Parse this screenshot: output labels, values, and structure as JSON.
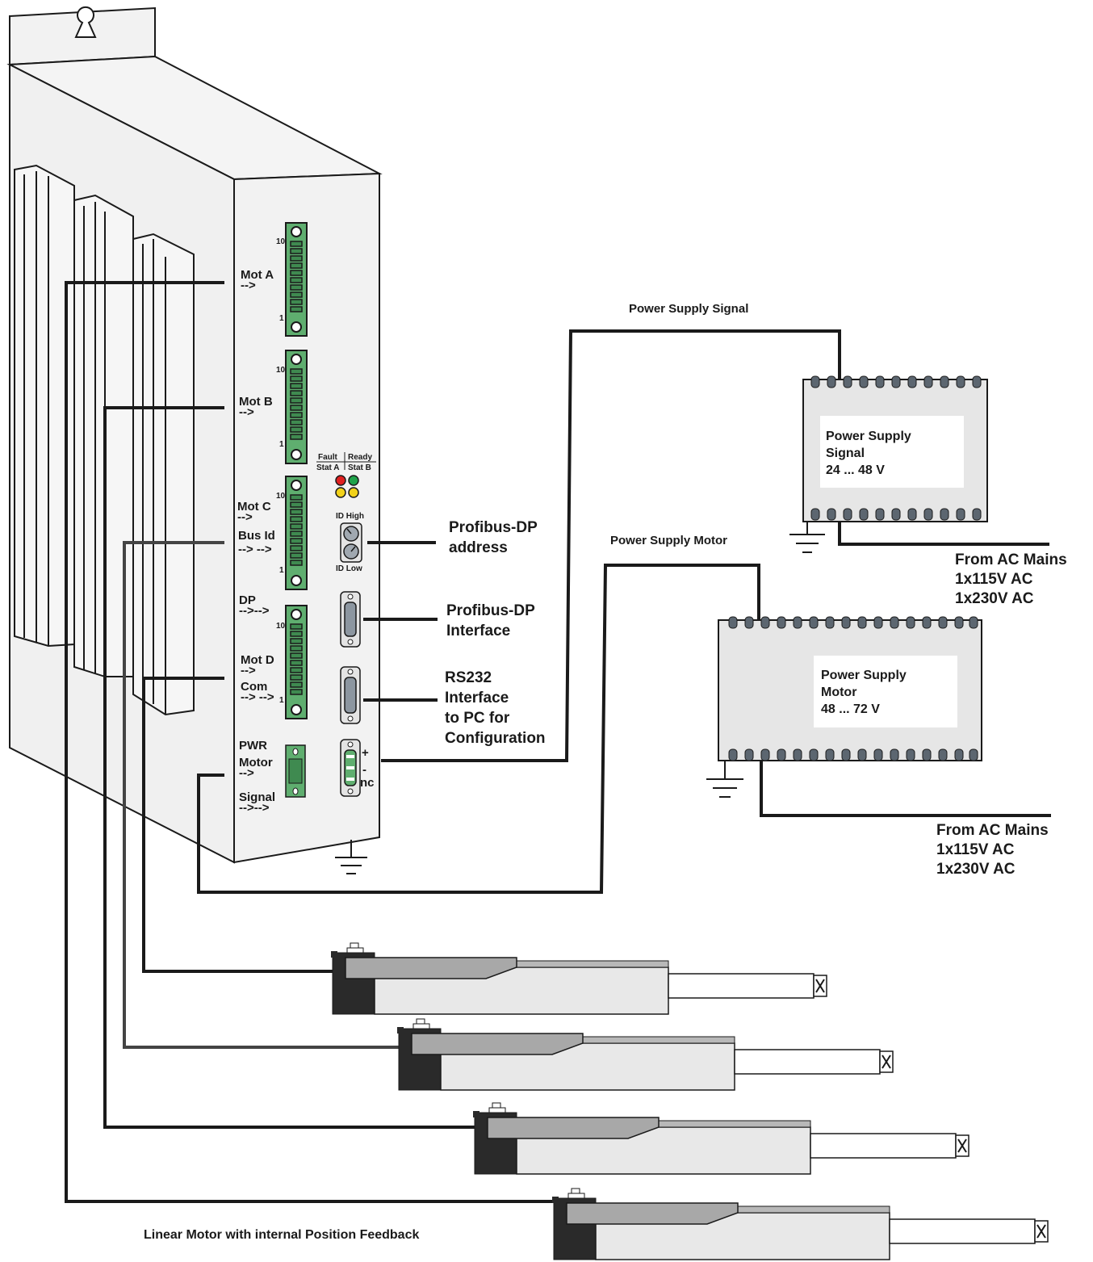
{
  "controller": {
    "connectors": {
      "mot_a": "Mot A",
      "mot_b": "Mot B",
      "mot_c": "Mot C",
      "bus_id": "Bus Id",
      "dp": "DP",
      "mot_d": "Mot D",
      "com": "Com",
      "pwr": "PWR",
      "motor": "Motor",
      "signal": "Signal"
    },
    "arrows": {
      "single": "-->",
      "double": "--> -->",
      "double_tight": "-->-->"
    },
    "pin_high": "10",
    "pin_low": "1",
    "leds": {
      "fault": "Fault",
      "ready": "Ready",
      "stat_a": "Stat A",
      "stat_b": "Stat B"
    },
    "id_high": "ID High",
    "id_low": "ID Low",
    "pwr_pins": {
      "plus": "+",
      "minus": "-",
      "nc": "nc"
    }
  },
  "annotations": {
    "profibus_address": [
      "Profibus-DP",
      "address"
    ],
    "profibus_interface": [
      "Profibus-DP",
      "Interface"
    ],
    "rs232": [
      "RS232",
      "Interface",
      "to PC for",
      "Configuration"
    ]
  },
  "power_supply_signal": {
    "wire_label": "Power Supply Signal",
    "box_text": [
      "Power Supply",
      "Signal",
      "24 ... 48 V"
    ],
    "mains": [
      "From AC Mains",
      "1x115V AC",
      "1x230V AC"
    ]
  },
  "power_supply_motor": {
    "wire_label": "Power Supply Motor",
    "box_text": [
      "Power Supply",
      "Motor",
      "48 ... 72 V"
    ],
    "mains": [
      "From AC Mains",
      "1x115V AC",
      "1x230V AC"
    ]
  },
  "linear_motor_caption": "Linear Motor with internal Position Feedback",
  "colors": {
    "terminal_green": "#5fae6f",
    "led_red": "#e02020",
    "led_green": "#1fa24a",
    "led_yellow": "#f2d21a",
    "panel": "#f2f2f2",
    "psu_body": "#e6e6e6",
    "wire": "#1a1a1a"
  }
}
